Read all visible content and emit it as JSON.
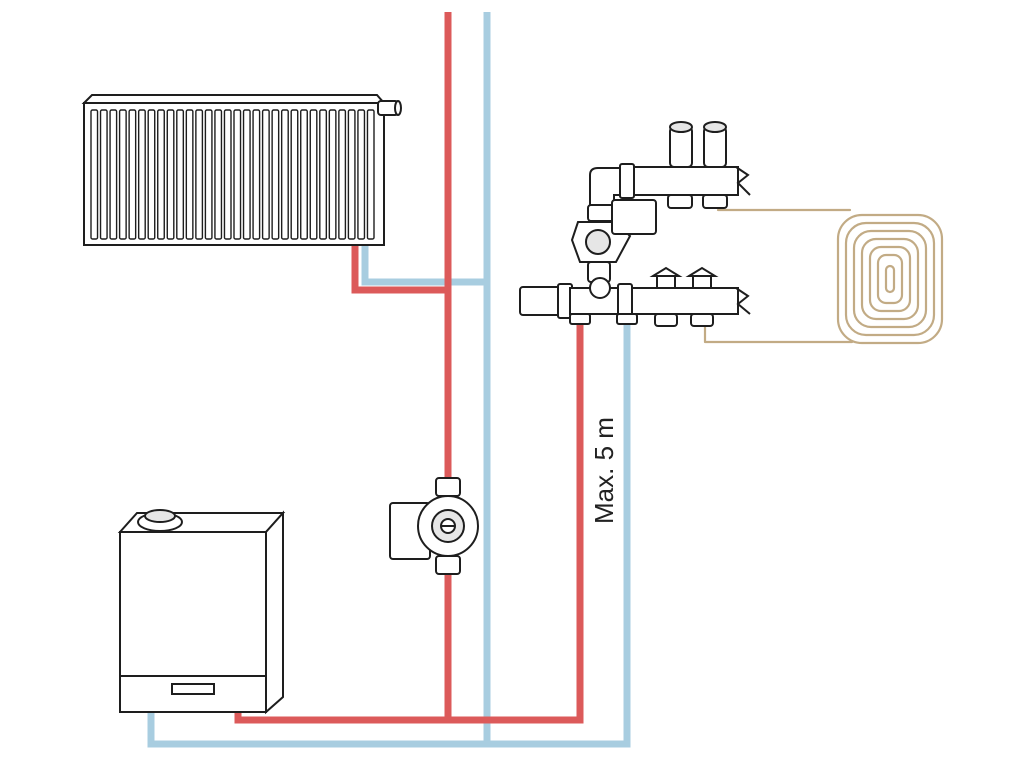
{
  "diagram": {
    "distance_label": "Max. 5 m"
  },
  "colors": {
    "flow_pipe": "#dc5a5a",
    "return_pipe": "#a8cde0",
    "floor_loop": "#c2ab85",
    "outline": "#1e1e1e",
    "fill": "#ffffff",
    "component_fill": "#e6e6e6"
  },
  "components": [
    {
      "name": "radiator",
      "icon": "radiator-icon"
    },
    {
      "name": "boiler",
      "icon": "boiler-icon"
    },
    {
      "name": "circulation-pump",
      "icon": "pump-icon"
    },
    {
      "name": "manifold",
      "icon": "manifold-icon"
    },
    {
      "name": "mixing-pump",
      "icon": "mixing-pump-icon"
    },
    {
      "name": "underfloor-loop",
      "icon": "floor-heating-coil-icon"
    }
  ]
}
